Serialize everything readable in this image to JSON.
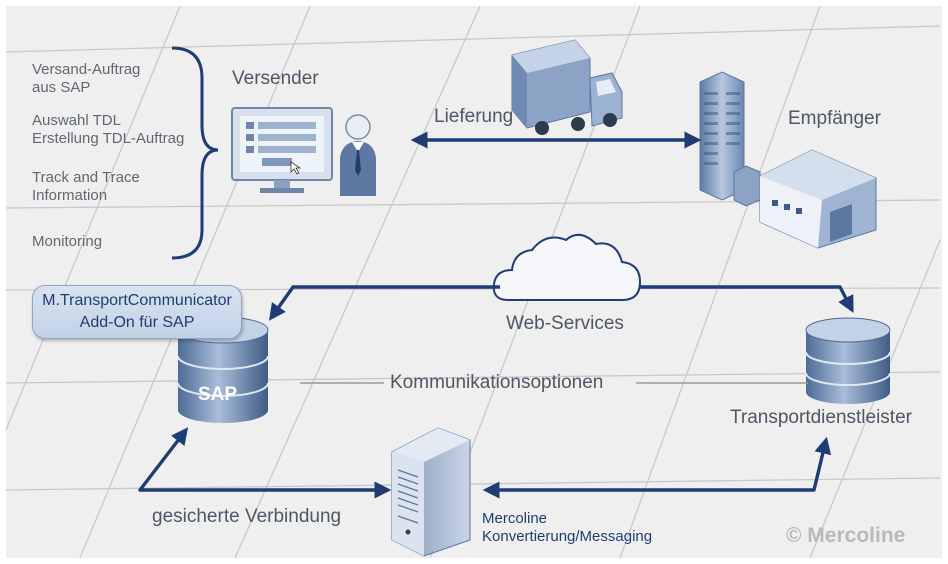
{
  "left_list": {
    "item1_line1": "Versand-Auftrag",
    "item1_line2": "aus SAP",
    "item2_line1": "Auswahl  TDL",
    "item2_line2": "Erstellung TDL-Auftrag",
    "item3_line1": "Track and Trace",
    "item3_line2": "Information",
    "item4": "Monitoring"
  },
  "labels": {
    "sender": "Versender",
    "delivery": "Lieferung",
    "receiver": "Empfänger",
    "addon_line1": "M.TransportCommunicator",
    "addon_line2": "Add-On für SAP",
    "web_services": "Web-Services",
    "sap": "SAP",
    "options": "Kommunikationsoptionen",
    "carrier": "Transportdienstleister",
    "secure": "gesicherte Verbindung",
    "converter_line1": "Mercoline",
    "converter_line2": "Konvertierung/Messaging",
    "copyright": "© Mercoline"
  },
  "colors": {
    "arrow": "#1f3d74",
    "panel_bg": "#efefef",
    "grid": "#cccccc"
  }
}
